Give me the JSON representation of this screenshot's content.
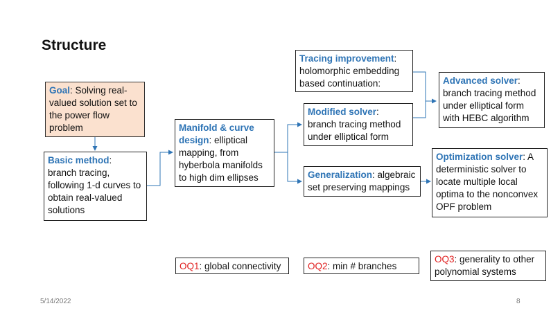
{
  "slide": {
    "title": "Structure",
    "date": "5/14/2022",
    "page_number": "8"
  },
  "boxes": {
    "goal": {
      "keyword": "Goal",
      "text": ": Solving real-valued solution set to the power flow problem"
    },
    "basic": {
      "keyword": "Basic method",
      "text": ": branch tracing, following 1-d curves to obtain real-valued solutions"
    },
    "manifold": {
      "keyword": "Manifold & curve design",
      "text": ": elliptical mapping,  from hyberbola manifolds to high dim ellipses"
    },
    "tracing": {
      "keyword": "Tracing improvement",
      "text": ": holomorphic embedding based continuation:"
    },
    "modified": {
      "keyword": "Modified solver",
      "text": ": branch tracing method under elliptical form"
    },
    "generalization": {
      "keyword": "Generalization",
      "text": ": algebraic set preserving mappings"
    },
    "advanced": {
      "keyword": "Advanced solver",
      "text": ": branch tracing method under elliptical form with HEBC algorithm"
    },
    "optimization": {
      "keyword": "Optimization  solver",
      "text": ": A deterministic solver to locate multiple local optima to the nonconvex OPF problem"
    }
  },
  "open_questions": [
    {
      "label": "OQ1",
      "text": ": global connectivity"
    },
    {
      "label": "OQ2",
      "text": ": min # branches"
    },
    {
      "label": "OQ3",
      "text": ": generality to other polynomial systems"
    }
  ],
  "colors": {
    "keyword": "#2e74b5",
    "oq_label": "#e02020",
    "goal_fill": "#fbe1cf",
    "arrow": "#2e74b5"
  }
}
